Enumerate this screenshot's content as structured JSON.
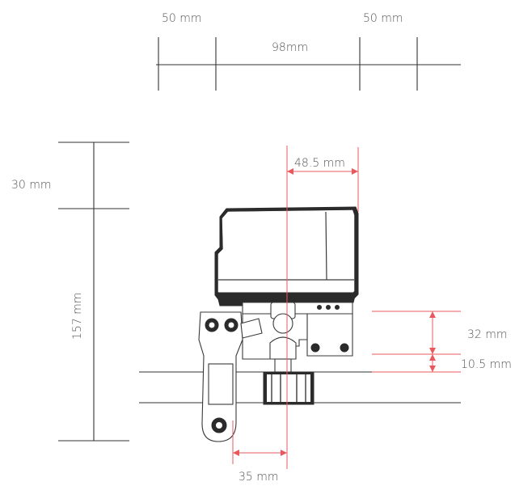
{
  "dimensions": {
    "top_left": "50 mm",
    "top_middle": "98mm",
    "top_right": "50 mm",
    "left_upper": "30 mm",
    "left_total": "157 mm",
    "actuator_offset": "48.5 mm",
    "right_upper": "32 mm",
    "right_lower": "10.5 mm",
    "bottom": "35 mm"
  },
  "colors": {
    "dimension_line": "#333333",
    "accent_line": "#e8585c",
    "device": "#2b2b2b"
  }
}
